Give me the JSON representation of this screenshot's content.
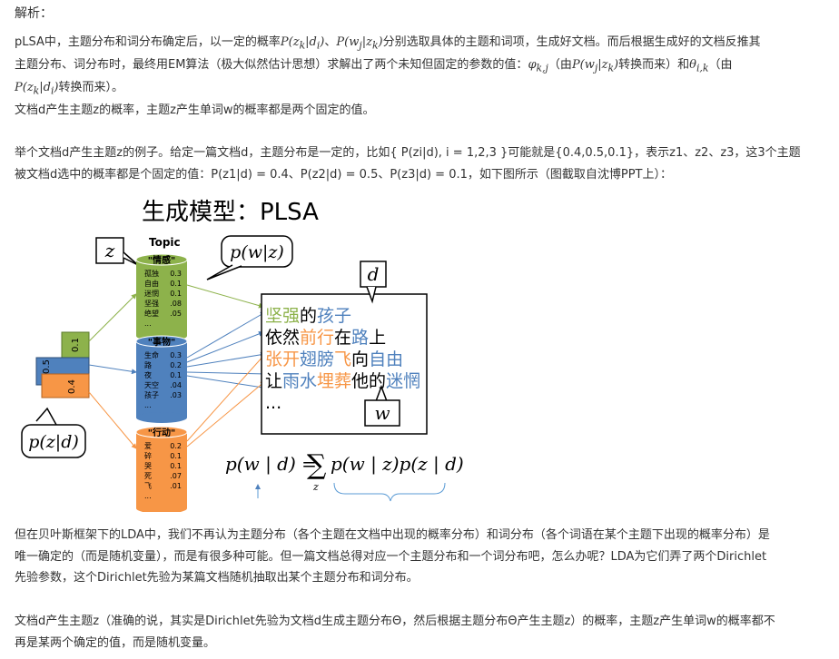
{
  "heading": "解析：",
  "para1": {
    "line1": {
      "t1": "pLSA中，主题分布和词分布确定后，以一定的概率",
      "m1": "P(z",
      "s1": "k",
      "m2": "|d",
      "s2": "i",
      "m3": ")",
      "t2": "、",
      "m4": "P(w",
      "s4": "j",
      "m5": "|z",
      "s5": "k",
      "m6": ")",
      "t3": "分别选取具体的主题和词项，生成好文档。而后根据生成好的文档反推其"
    },
    "line2": {
      "t1": "主题分布、词分布时，最终用EM算法（极大似然估计思想）求解出了两个未知但固定的参数的值：",
      "m1": "φ",
      "s1": "k,j",
      "t2": "（由",
      "m2": "P(w",
      "s2": "j",
      "m3": "|z",
      "s3": "k",
      "m4": ")",
      "t3": "转换而来）和",
      "m5": "θ",
      "s5": "i,k",
      "t4": "（由"
    },
    "line3": {
      "m1": "P(z",
      "s1": "k",
      "m2": "|d",
      "s2": "i",
      "m3": ")",
      "t1": "转换而来）。"
    },
    "line4": "文档d产生主题z的概率，主题z产生单词w的概率都是两个固定的值。"
  },
  "para2": {
    "line1": "举个文档d产生主题z的例子。给定一篇文档d，主题分布是一定的，比如{ P(zi|d), i = 1,2,3 }可能就是{0.4,0.5,0.1}，表示z1、z2、z3，这3个主题",
    "line2": "被文档d选中的概率都是个固定的值：P(z1|d) = 0.4、P(z2|d) = 0.5、P(z3|d) = 0.1，如下图所示（图截取自沈博PPT上）："
  },
  "figure": {
    "title": "生成模型：PLSA",
    "topic_header": "Topic",
    "callout_z": "z",
    "callout_pwz": "p(w|z)",
    "callout_pzd": "p(z|d)",
    "callout_d": "d",
    "callout_w": "w",
    "bar_values": [
      "0.1",
      "0.5",
      "0.4"
    ],
    "bar_colors": [
      "#8db24b",
      "#4f81bd",
      "#f79646"
    ],
    "topics": [
      {
        "name": "\"情感\"",
        "color": "#8db24b",
        "words": [
          "孤独",
          "自由",
          "迷惘",
          "坚强",
          "绝望",
          "..."
        ],
        "probs": [
          "0.3",
          "0.1",
          "0.1",
          ".08",
          ".05",
          ""
        ]
      },
      {
        "name": "\"事物\"",
        "color": "#4f81bd",
        "words": [
          "生命",
          "路",
          "夜",
          "天空",
          "孩子",
          "..."
        ],
        "probs": [
          "0.3",
          "0.2",
          "0.1",
          ".04",
          ".03",
          ""
        ]
      },
      {
        "name": "\"行动\"",
        "color": "#f79646",
        "words": [
          "爱",
          "碎",
          "哭",
          "死",
          "飞",
          "..."
        ],
        "probs": [
          "0.2",
          "0.1",
          "0.1",
          ".07",
          ".01",
          ""
        ]
      }
    ],
    "doc_lines": [
      [
        {
          "t": "坚强",
          "c": "#8db24b"
        },
        {
          "t": "的",
          "c": "#000000"
        },
        {
          "t": "孩子",
          "c": "#4f81bd"
        }
      ],
      [
        {
          "t": "依然",
          "c": "#000000"
        },
        {
          "t": "前行",
          "c": "#f79646"
        },
        {
          "t": "在",
          "c": "#000000"
        },
        {
          "t": "路",
          "c": "#4f81bd"
        },
        {
          "t": "上",
          "c": "#000000"
        }
      ],
      [
        {
          "t": "张开",
          "c": "#f79646"
        },
        {
          "t": "翅膀",
          "c": "#4f81bd"
        },
        {
          "t": "飞",
          "c": "#f79646"
        },
        {
          "t": "向",
          "c": "#000000"
        },
        {
          "t": "自由",
          "c": "#4f81bd"
        }
      ],
      [
        {
          "t": "让",
          "c": "#000000"
        },
        {
          "t": "雨水",
          "c": "#4f81bd"
        },
        {
          "t": "埋葬",
          "c": "#f79646"
        },
        {
          "t": "他的",
          "c": "#000000"
        },
        {
          "t": "迷惘",
          "c": "#4f81bd"
        }
      ],
      [
        {
          "t": "...",
          "c": "#000000"
        }
      ]
    ],
    "formula_lhs": "p(w | d) =",
    "formula_sum": "∑",
    "formula_sub": "z",
    "formula_rhs": "p(w | z)p(z | d)"
  },
  "para3": {
    "line1": "但在贝叶斯框架下的LDA中，我们不再认为主题分布（各个主题在文档中出现的概率分布）和词分布（各个词语在某个主题下出现的概率分布）是",
    "line2": "唯一确定的（而是随机变量），而是有很多种可能。但一篇文档总得对应一个主题分布和一个词分布吧，怎么办呢？LDA为它们弄了两个Dirichlet",
    "line3": "先验参数，这个Dirichlet先验为某篇文档随机抽取出某个主题分布和词分布。"
  },
  "para4": {
    "line1": "文档d产生主题z（准确的说，其实是Dirichlet先验为文档d生成主题分布Θ，然后根据主题分布Θ产生主题z）的概率，主题z产生单词w的概率都不",
    "line2": "再是某两个确定的值，而是随机变量。"
  }
}
